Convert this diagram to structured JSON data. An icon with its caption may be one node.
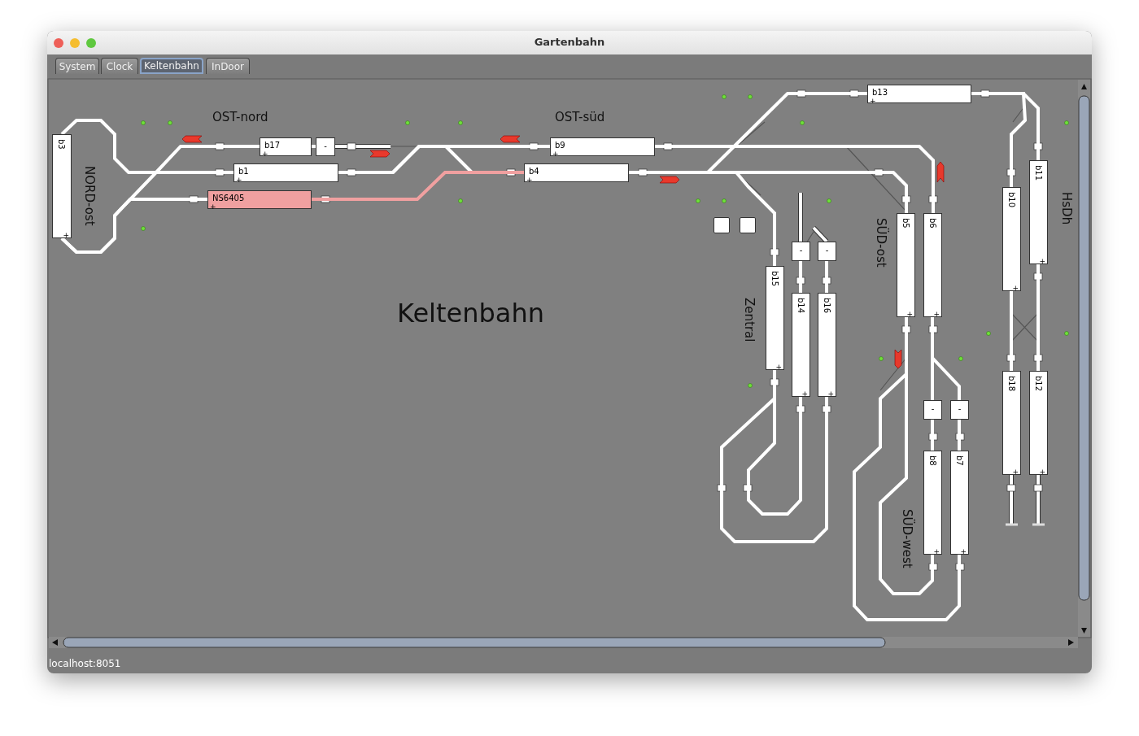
{
  "diagram": {
    "title": "Gartenbahn",
    "nodes": [
      {
        "text": [
          "b3",
          "+"
        ]
      },
      {
        "text": [
          "b17",
          "+"
        ]
      },
      {
        "text": [
          "-"
        ]
      },
      {
        "text": [
          "b1",
          "+"
        ]
      },
      {
        "text": [
          "NS6405",
          "+"
        ]
      },
      {
        "text": [
          "b9",
          "+"
        ]
      },
      {
        "text": [
          "b4",
          "+"
        ]
      },
      {
        "text": [
          "b13",
          "+"
        ]
      },
      {
        "text": [],
        "shape": "box"
      },
      {
        "text": [],
        "shape": "box"
      },
      {
        "text": [
          "b15",
          "+"
        ]
      },
      {
        "text": [
          "-"
        ]
      },
      {
        "text": [
          "-"
        ]
      },
      {
        "text": [
          "b14",
          "+"
        ]
      },
      {
        "text": [
          "b16",
          "+"
        ]
      },
      {
        "text": [
          "b5",
          "+"
        ]
      },
      {
        "text": [
          "b6",
          "+"
        ]
      },
      {
        "text": [
          "b10",
          "+"
        ]
      },
      {
        "text": [
          "b11",
          "+"
        ]
      },
      {
        "text": [
          "-"
        ]
      },
      {
        "text": [
          "-"
        ]
      },
      {
        "text": [
          "b8",
          "+"
        ]
      },
      {
        "text": [
          "b7",
          "+"
        ]
      },
      {
        "text": [
          "b18",
          "+"
        ]
      },
      {
        "text": [
          "b12",
          "+"
        ]
      }
    ],
    "edges": [
      {
        "from": 1,
        "to": 2,
        "arrow": "none"
      },
      {
        "from": 11,
        "to": 13,
        "arrow": "none"
      },
      {
        "from": 12,
        "to": 14,
        "arrow": "none"
      },
      {
        "from": 16,
        "to": 19,
        "arrow": "none"
      },
      {
        "from": 16,
        "to": 20,
        "arrow": "none"
      },
      {
        "from": 19,
        "to": 21,
        "arrow": "none"
      },
      {
        "from": 20,
        "to": 22,
        "arrow": "none"
      },
      {
        "from": 7,
        "to": 18,
        "arrow": "none"
      },
      {
        "from": 17,
        "to": 23,
        "arrow": "none"
      },
      {
        "from": 18,
        "to": 24,
        "arrow": "none"
      },
      {
        "from": 15,
        "to": 21,
        "arrow": "none"
      },
      {
        "from": 15,
        "to": 22,
        "arrow": "none"
      },
      {
        "from": 10,
        "to": 13,
        "arrow": "none"
      },
      {
        "from": 10,
        "to": 14,
        "arrow": "none"
      },
      {
        "from": 5,
        "to": 16,
        "arrow": "none"
      },
      {
        "from": 6,
        "to": 7,
        "arrow": "none"
      },
      {
        "from": 0,
        "to": 1,
        "arrow": "none"
      },
      {
        "from": 3,
        "to": 6,
        "arrow": "none"
      },
      {
        "from": 0,
        "to": 3,
        "arrow": "none"
      },
      {
        "from": 4,
        "to": 6,
        "arrow": "none",
        "color": "#f0a0a0"
      },
      {
        "from": 0,
        "to": 4,
        "arrow": "none"
      },
      {
        "from": 5,
        "to": 3,
        "arrow": "none"
      },
      {
        "from": 6,
        "to": 15,
        "arrow": "none"
      },
      {
        "from": 6,
        "to": 10,
        "arrow": "none"
      },
      {
        "from": 7,
        "to": 17,
        "arrow": "none"
      }
    ],
    "labels": [
      "System",
      "Clock",
      "Keltenbahn",
      "InDoor",
      "OST-nord",
      "OST-süd",
      "NORD-ost",
      "Keltenbahn",
      "SÜD-ost",
      "Zentral",
      "HsDh",
      "SÜD-west",
      "localhost:8051"
    ]
  }
}
